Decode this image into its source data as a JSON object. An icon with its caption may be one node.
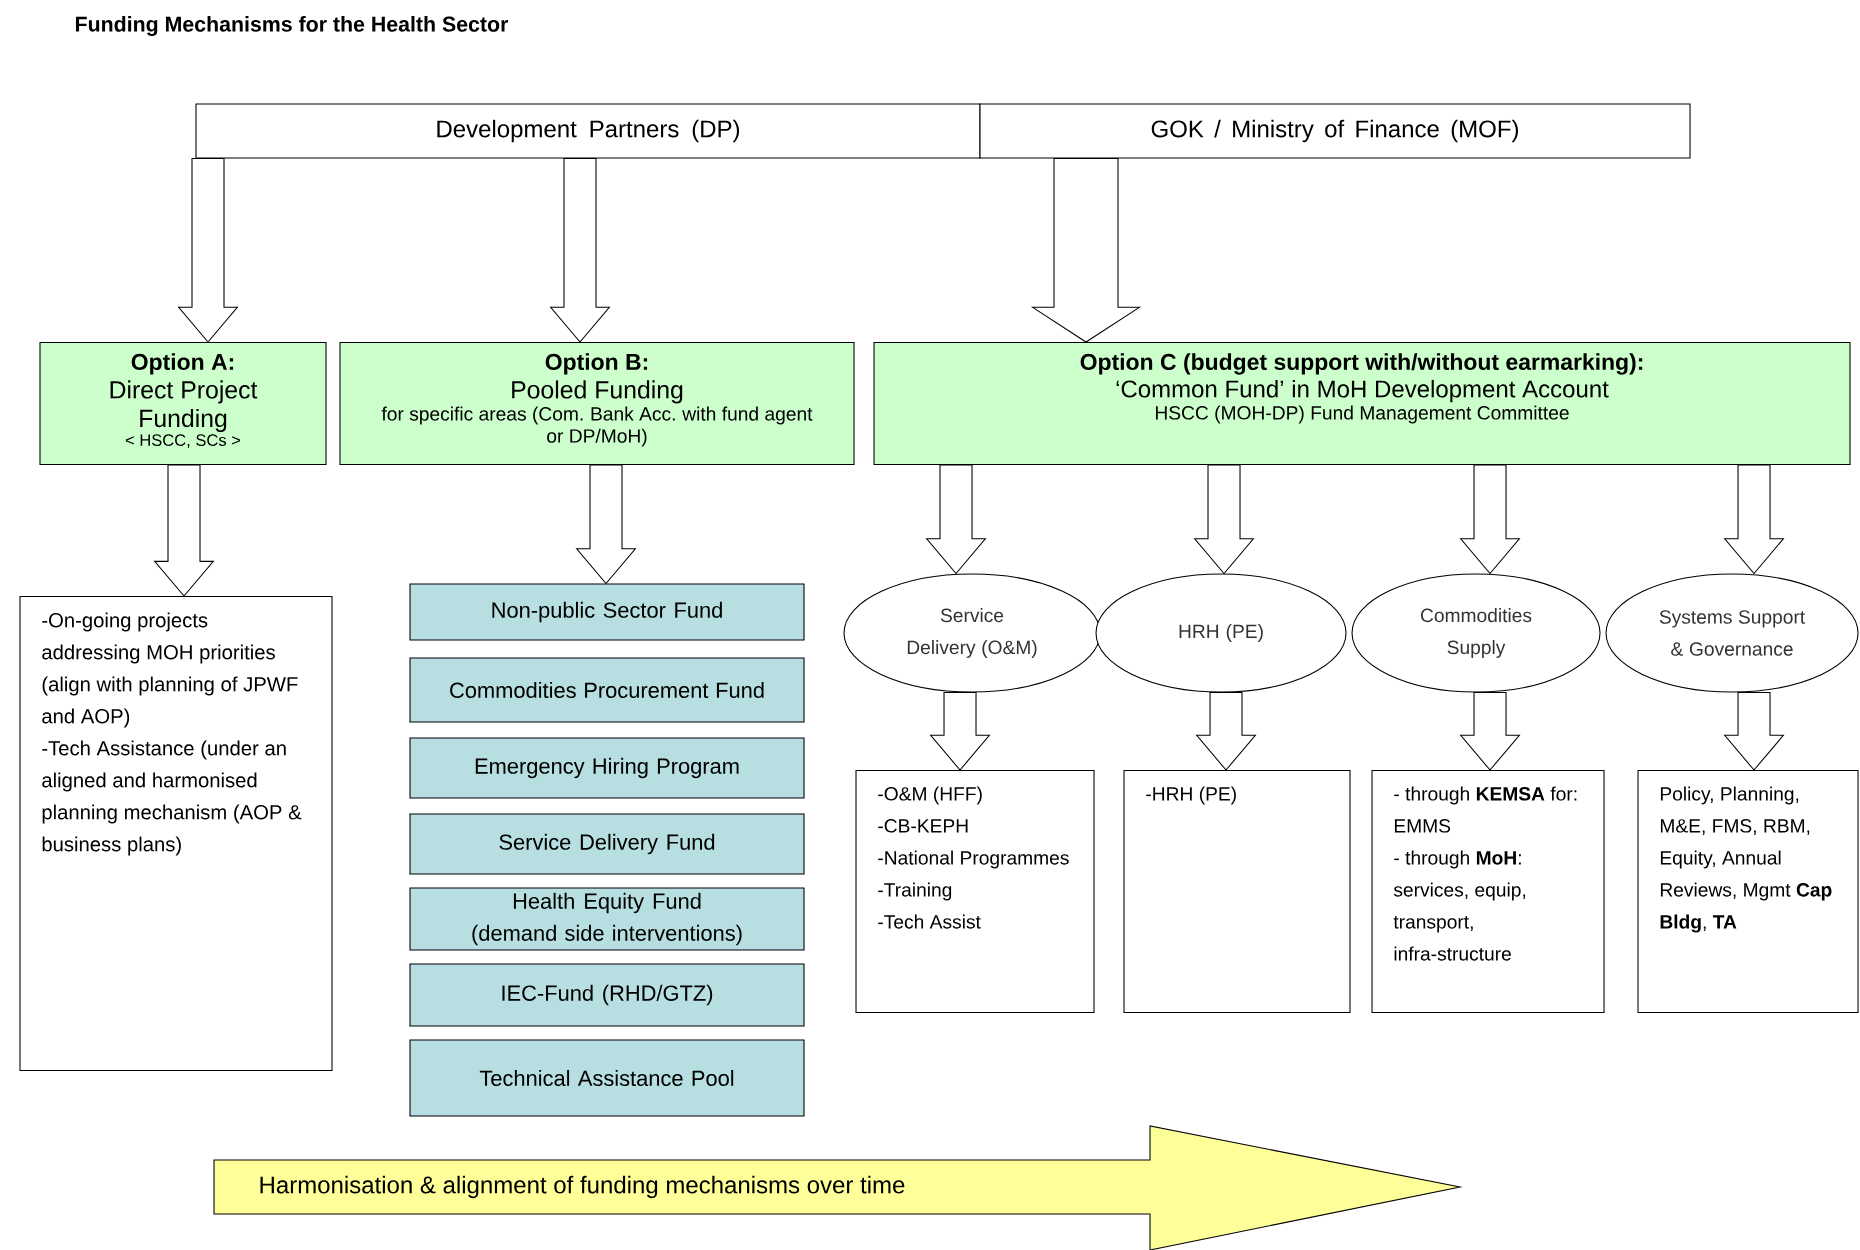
{
  "diagram": {
    "title": "Funding Mechanisms for the Health Sector",
    "nodes": [
      {
        "text": [
          "Development Partners (DP)"
        ]
      },
      {
        "text": [
          "GOK / Ministry of Finance (MOF)"
        ]
      },
      {
        "text": [
          "Option A:",
          "Direct Project Funding",
          "< HSCC, SCs >"
        ]
      },
      {
        "text": [
          "Option B:",
          "Pooled Funding",
          "for specific areas (Com. Bank Acc. with fund agent or DP/MoH)"
        ]
      },
      {
        "text": [
          "Option C (budget support with/without earmarking):",
          "‘Common Fund’ in MoH Development Account",
          "HSCC (MOH-DP) Fund Management Committee"
        ]
      },
      {
        "text": [
          "-On-going projects addressing MOH priorities (align with planning of JPWF and AOP)",
          "-Tech Assistance (under an aligned and harmonised planning mechanism (AOP & business plans)"
        ]
      },
      {
        "text": [
          "Non-public Sector Fund"
        ]
      },
      {
        "text": [
          "Commodities Procurement Fund"
        ]
      },
      {
        "text": [
          "Emergency Hiring Program"
        ]
      },
      {
        "text": [
          "Service Delivery Fund"
        ]
      },
      {
        "text": [
          "Health Equity Fund (demand side interventions)"
        ]
      },
      {
        "text": [
          "IEC-Fund (RHD/GTZ)"
        ]
      },
      {
        "text": [
          "Technical Assistance Pool"
        ]
      },
      {
        "text": [
          "Service Delivery (O&M)"
        ]
      },
      {
        "text": [
          "HRH (PE)"
        ]
      },
      {
        "text": [
          "Commodities Supply"
        ]
      },
      {
        "text": [
          "Systems Support & Governance"
        ]
      },
      {
        "text": [
          "-O&M (HFF)",
          "-CB-KEPH",
          "-National Programmes",
          "-Training",
          "-Tech Assist"
        ]
      },
      {
        "text": [
          "-HRH (PE)"
        ]
      },
      {
        "text": [
          "- through **KEMSA** for: EMMS",
          "- through **MoH**: services, equip, transport, infra-structure"
        ]
      },
      {
        "text": [
          "Policy, Planning, M&E, FMS, RBM, Equity, Annual Reviews, Mgmt **Cap Bldg**, **TA**"
        ]
      },
      {
        "text": [
          "Harmonisation & alignment of funding mechanisms over time"
        ]
      }
    ],
    "edges": [
      {
        "from": 0,
        "to": 2,
        "arrow": "to"
      },
      {
        "from": 0,
        "to": 3,
        "arrow": "to"
      },
      {
        "from": 1,
        "to": 4,
        "arrow": "to",
        "style": "thick"
      },
      {
        "from": 2,
        "to": 5,
        "arrow": "to"
      },
      {
        "from": 3,
        "to": 6,
        "arrow": "to"
      },
      {
        "from": 4,
        "to": 13,
        "arrow": "to"
      },
      {
        "from": 4,
        "to": 14,
        "arrow": "to"
      },
      {
        "from": 4,
        "to": 15,
        "arrow": "to"
      },
      {
        "from": 4,
        "to": 16,
        "arrow": "to"
      },
      {
        "from": 13,
        "to": 17,
        "arrow": "to"
      },
      {
        "from": 14,
        "to": 18,
        "arrow": "to"
      },
      {
        "from": 15,
        "to": 19,
        "arrow": "to"
      },
      {
        "from": 16,
        "to": 20,
        "arrow": "to"
      }
    ]
  }
}
